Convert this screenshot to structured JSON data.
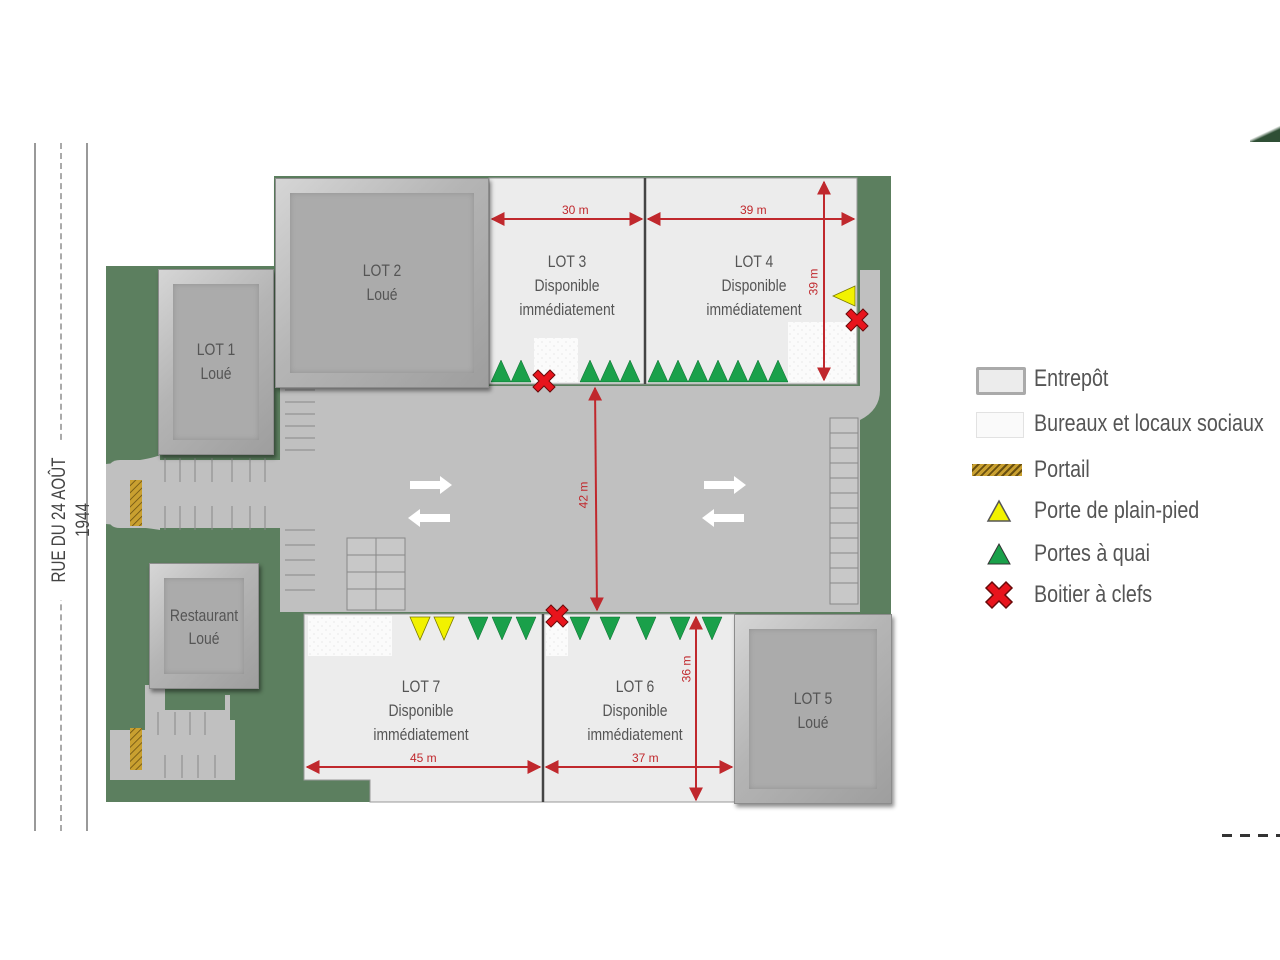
{
  "street": {
    "name": "RUE DU 24 AOÛT 1944"
  },
  "lots": [
    {
      "id": "lot1",
      "name": "LOT 1",
      "status": "Loué"
    },
    {
      "id": "lot2",
      "name": "LOT 2",
      "status": "Loué"
    },
    {
      "id": "lot3",
      "name": "LOT 3",
      "status_line1": "Disponible",
      "status_line2": "immédiatement",
      "width": "30 m"
    },
    {
      "id": "lot4",
      "name": "LOT 4",
      "status_line1": "Disponible",
      "status_line2": "immédiatement",
      "width": "39 m",
      "depth": "39 m"
    },
    {
      "id": "lot5",
      "name": "LOT 5",
      "status": "Loué"
    },
    {
      "id": "lot6",
      "name": "LOT 6",
      "status_line1": "Disponible",
      "status_line2": "immédiatement",
      "width": "37 m",
      "depth": "36 m"
    },
    {
      "id": "lot7",
      "name": "LOT 7",
      "status_line1": "Disponible",
      "status_line2": "immédiatement",
      "width": "45 m"
    },
    {
      "id": "restaurant",
      "name": "Restaurant",
      "status": "Loué"
    }
  ],
  "courtyard": {
    "width": "42 m"
  },
  "legend": [
    {
      "key": "warehouse",
      "label": "Entrepôt",
      "icon": "warehouse-swatch"
    },
    {
      "key": "offices",
      "label": "Bureaux et locaux sociaux",
      "icon": "offices-swatch"
    },
    {
      "key": "gate",
      "label": "Portail",
      "icon": "gate-hatch-swatch"
    },
    {
      "key": "ground-door",
      "label": "Porte de plain-pied",
      "icon": "yellow-triangle",
      "color": "#f2f200"
    },
    {
      "key": "dock-door",
      "label": "Portes à quai",
      "icon": "green-triangle",
      "color": "#1aa04a"
    },
    {
      "key": "key-box",
      "label": "Boitier à clefs",
      "icon": "red-cross",
      "color": "#e8141c"
    }
  ],
  "colors": {
    "green_area": "#5c7f5f",
    "road": "#c0c0c0",
    "warehouse": "#ececec",
    "dimension": "#c0282d",
    "dock": "#1aa04a",
    "ground_door": "#f2f200",
    "key": "#e8141c",
    "gate": "#b8901c"
  }
}
